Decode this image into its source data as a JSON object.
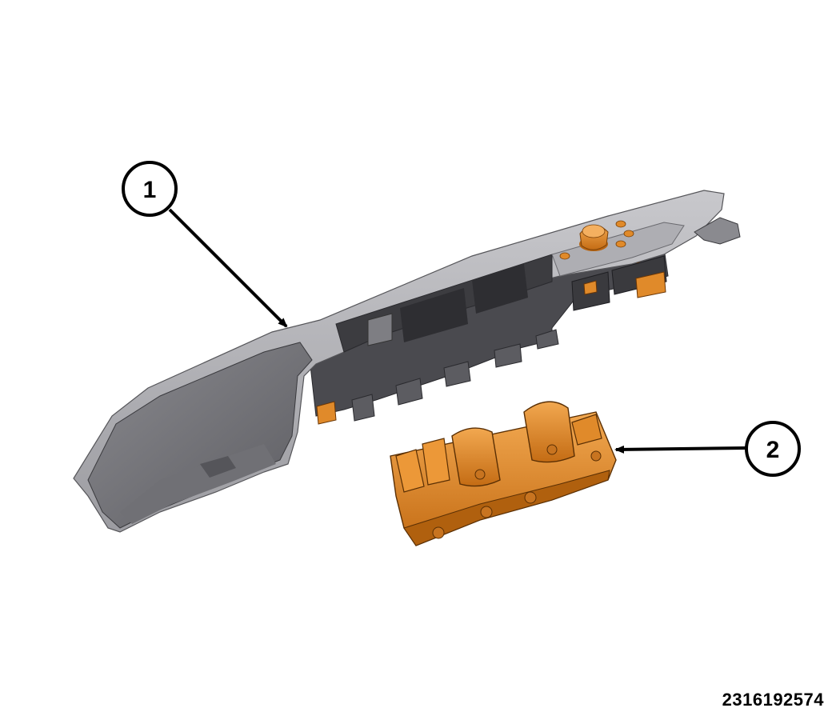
{
  "figure_number": "2316192574",
  "callouts": [
    {
      "label": "1",
      "part": "armrest-bezel"
    },
    {
      "label": "2",
      "part": "window-switch-module"
    }
  ],
  "colors": {
    "bezel_light": "#b9b9bd",
    "bezel_mid": "#9a9a9f",
    "bezel_dark": "#6a6a6f",
    "bezel_shadow": "#3c3c40",
    "orange_light": "#f0a044",
    "orange_mid": "#e08a2a",
    "orange_dark": "#7a4108",
    "outline": "#000000"
  },
  "icons": {
    "callout": "circle-callout",
    "arrow": "leader-arrow"
  }
}
